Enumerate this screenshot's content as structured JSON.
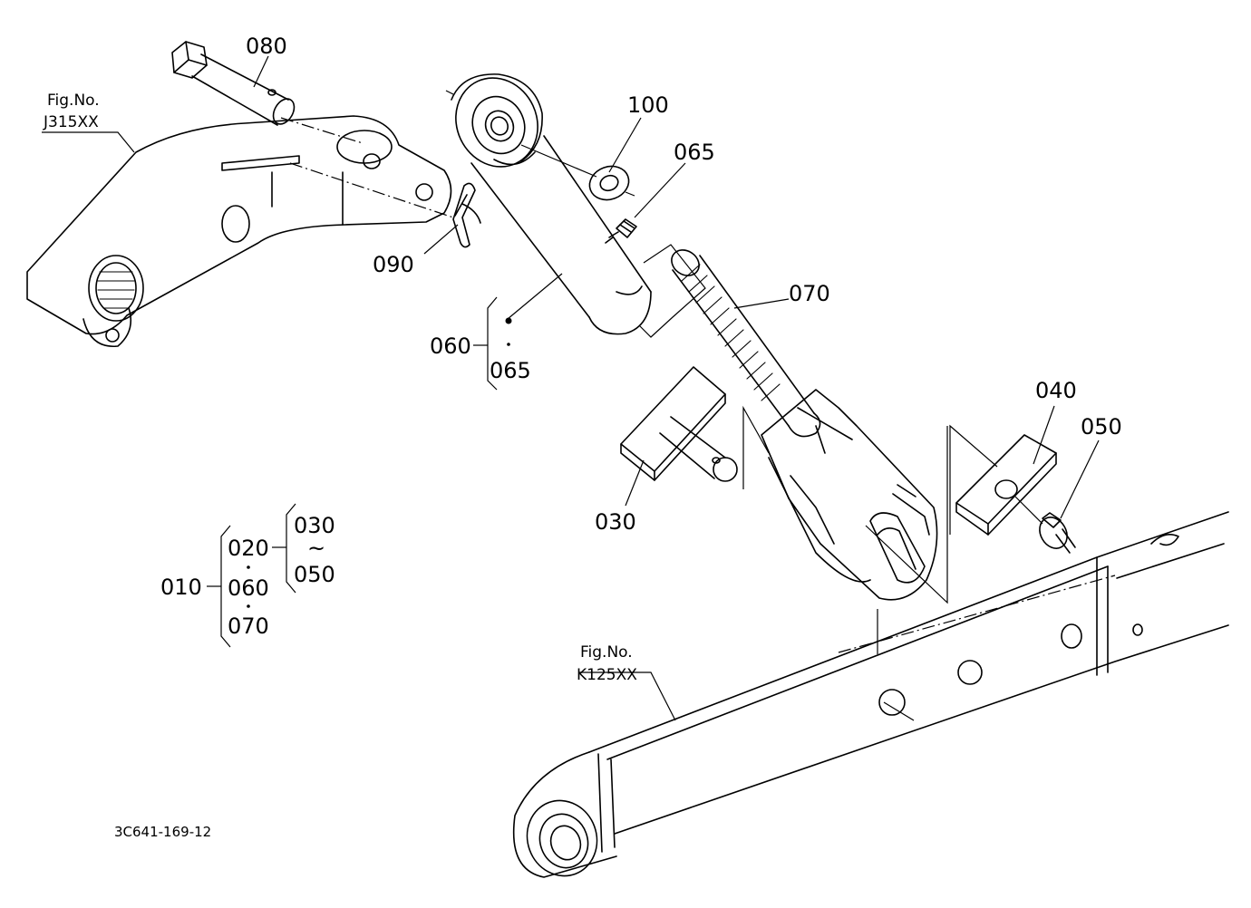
{
  "figure_refs": {
    "upper": {
      "label": "Fig.No.",
      "number": "J315XX"
    },
    "lower": {
      "label": "Fig.No.",
      "number": "K125XX"
    }
  },
  "callouts": {
    "p080": "080",
    "p100": "100",
    "p065": "065",
    "p070": "070",
    "p090": "090",
    "p060": "060",
    "p065b": "065",
    "p040": "040",
    "p050": "050",
    "p030": "030"
  },
  "assembly_legend": {
    "root": "010",
    "group_a": [
      "020",
      "060",
      "070"
    ],
    "group_b_from": "030",
    "group_b_range": "~",
    "group_b_to": "050"
  },
  "drawing_code": "3C641-169-12"
}
